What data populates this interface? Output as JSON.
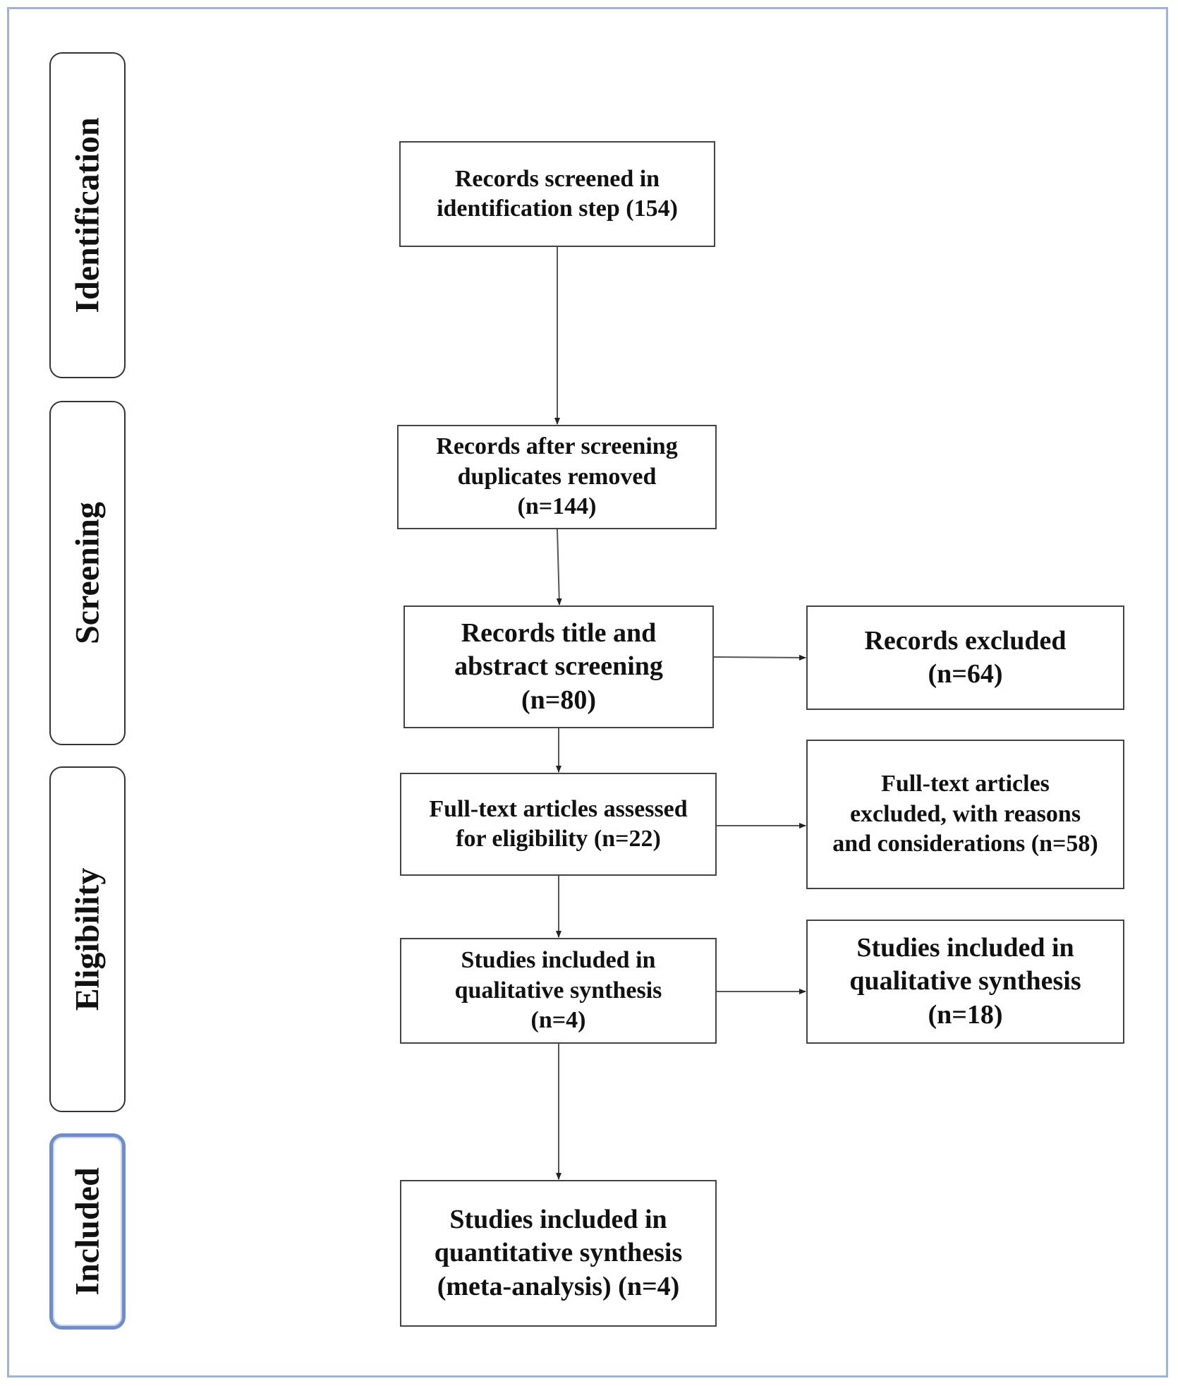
{
  "stages": {
    "identification": "Identification",
    "screening": "Screening",
    "eligibility": "Eligibility",
    "included": "Included"
  },
  "boxes": {
    "identified": "Records screened in\nidentification step (154)",
    "duplicates_removed": "Records after screening\nduplicates removed\n(n=144)",
    "title_abstract": "Records title and\nabstract screening\n(n=80)",
    "records_excluded": "Records excluded\n(n=64)",
    "fulltext_assessed": "Full-text articles assessed\nfor eligibility (n=22)",
    "fulltext_excluded": "Full-text articles\nexcluded, with reasons\nand considerations (n=58)",
    "qualitative_left": "Studies included in\nqualitative synthesis\n(n=4)",
    "qualitative_right": "Studies included in\nqualitative synthesis\n(n=18)",
    "quantitative": "Studies included in\nquantitative synthesis\n(meta-analysis) (n=4)"
  },
  "colors": {
    "frame": "#9fb3d6",
    "included_stage_border": "#6f8dc9"
  }
}
